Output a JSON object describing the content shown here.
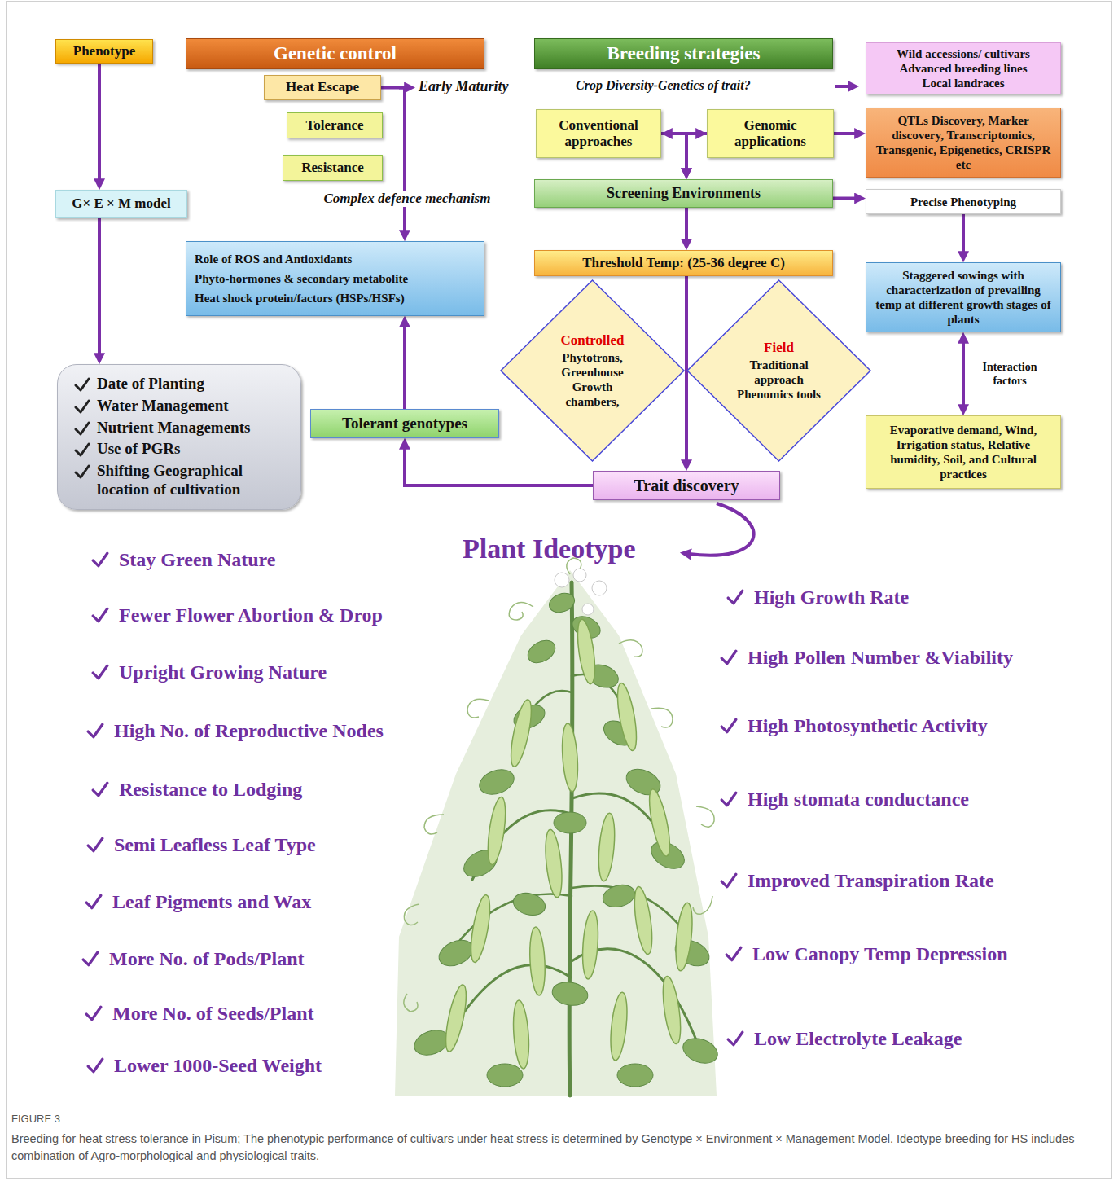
{
  "diagram": {
    "caption": "Breeding for heat stress tolerance in Pisum; The phenotypic performance of cultivars under heat stress is determined by Genotype × Environment × Management Model. Ideotype breeding for HS includes combination of Agro-morphological and physiological traits.",
    "nodes": [
      {
        "text": [
          "Phenotype"
        ]
      },
      {
        "text": [
          "Genetic control"
        ]
      },
      {
        "text": [
          "Heat Escape"
        ]
      },
      {
        "text": [
          "Tolerance"
        ]
      },
      {
        "text": [
          "Resistance"
        ]
      },
      {
        "text": [
          "Breeding strategies"
        ]
      },
      {
        "text": [
          "Wild accessions/ cultivars",
          "Advanced breeding lines",
          "Local landraces"
        ]
      },
      {
        "text": [
          "Conventional approaches"
        ]
      },
      {
        "text": [
          "Genomic applications"
        ]
      },
      {
        "text": [
          "QTLs Discovery, Marker discovery, Transcriptomics, Transgenic, Epigenetics, CRISPR etc"
        ]
      },
      {
        "text": [
          "G× E × M model"
        ]
      },
      {
        "text": [
          "Screening Environments"
        ]
      },
      {
        "text": [
          "Precise Phenotyping"
        ]
      },
      {
        "text": [
          "Role of ROS and Antioxidants",
          "Phyto-hormones & secondary metabolite",
          "Heat shock protein/factors (HSPs/HSFs)"
        ]
      },
      {
        "text": [
          "Threshold Temp: (25-36 degree C)"
        ]
      },
      {
        "text": [
          "Staggered sowings with characterization of prevailing temp at different growth stages of plants"
        ]
      },
      {
        "text": [
          "Controlled",
          "Phytotrons, Greenhouse Growth chambers,"
        ]
      },
      {
        "text": [
          "Field",
          "Traditional approach Phenomics tools"
        ]
      },
      {
        "text": [
          "Date of Planting",
          "Water Management",
          "Nutrient Managements",
          "Use of PGRs",
          "Shifting Geographical location of cultivation"
        ]
      },
      {
        "text": [
          "Tolerant genotypes"
        ]
      },
      {
        "text": [
          "Evaporative demand, Wind, Irrigation status, Relative humidity, Soil, and Cultural practices"
        ]
      },
      {
        "text": [
          "Trait discovery"
        ]
      }
    ],
    "edges": [
      {
        "from": 0,
        "to": 10,
        "arrow": "to"
      },
      {
        "from": 10,
        "to": 18,
        "arrow": "to"
      },
      {
        "from": 2,
        "to": 13,
        "arrow": "to"
      },
      {
        "from": 19,
        "to": 13,
        "arrow": "to"
      },
      {
        "from": 21,
        "to": 19,
        "arrow": "to"
      },
      {
        "from": 7,
        "to": 8,
        "arrow": "both"
      },
      {
        "from": 7,
        "to": 11,
        "arrow": "to"
      },
      {
        "from": 8,
        "to": 11,
        "arrow": "to"
      },
      {
        "from": 8,
        "to": 9,
        "arrow": "to"
      },
      {
        "from": 11,
        "to": 12,
        "arrow": "to"
      },
      {
        "from": 11,
        "to": 14,
        "arrow": "to"
      },
      {
        "from": 14,
        "to": 21,
        "arrow": "to"
      },
      {
        "from": 12,
        "to": 15,
        "arrow": "to"
      },
      {
        "from": 15,
        "to": 20,
        "label": "Interaction factors",
        "arrow": "both"
      }
    ],
    "labels": [
      "Early Maturity",
      "Complex defence mechanism",
      "Crop Diversity-Genetics of trait?",
      "Plant Ideotype",
      "Stay Green Nature",
      "Fewer Flower Abortion & Drop",
      "Upright Growing Nature",
      "High No. of Reproductive Nodes",
      "Resistance to Lodging",
      "Semi Leafless Leaf Type",
      "Leaf Pigments and Wax",
      "More No. of Pods/Plant",
      "More No. of Seeds/Plant",
      "Lower 1000-Seed Weight",
      "High Growth Rate",
      "High Pollen Number &Viability",
      "High Photosynthetic Activity",
      "High stomata conductance",
      "Improved Transpiration Rate",
      "Low Canopy Temp Depression",
      "Low Electrolyte Leakage",
      "FIGURE 3"
    ]
  }
}
